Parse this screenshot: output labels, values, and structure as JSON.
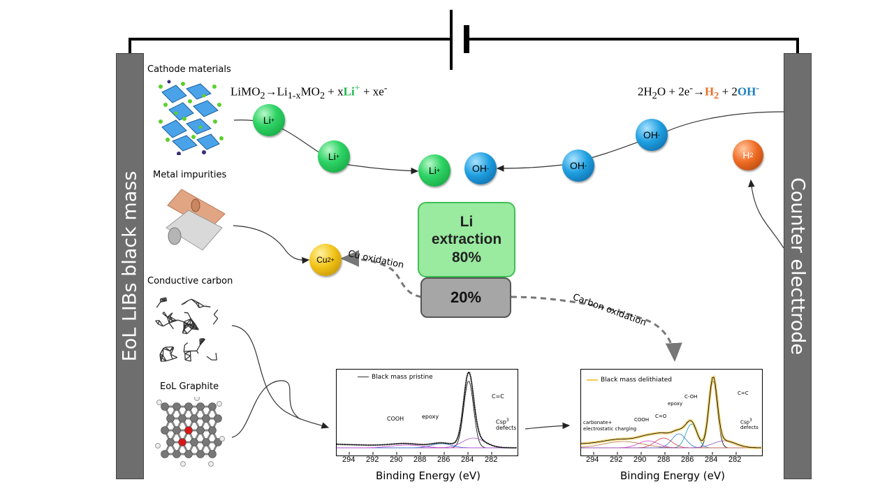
{
  "left_electrode": {
    "label": "EoL LIBs black mass"
  },
  "right_electrode": {
    "label": "Counter electtrode"
  },
  "components": [
    {
      "title": "Cathode materials"
    },
    {
      "title": "Metal impurities"
    },
    {
      "title": "Conductive carbon"
    },
    {
      "title": "EoL Graphite"
    }
  ],
  "equations": {
    "anode": {
      "a": "LiMO",
      "a_sub": "2",
      "arrow": "→",
      "b": "Li",
      "b_sub": "1-x",
      "c": "MO",
      "c_sub": "2",
      "d": " + x",
      "e": "Li",
      "e_sup": "+",
      "f": " + xe",
      "f_sup": "-"
    },
    "cathode": {
      "a": "2H",
      "a_sub": "2",
      "b": "O + 2e",
      "b_sup": "-",
      "arrow": "→",
      "c": "H",
      "c_sub": "2",
      "d": " + 2",
      "e": "OH",
      "e_sup": "-"
    }
  },
  "ions": {
    "li": {
      "label": "Li",
      "charge": "+"
    },
    "oh": {
      "label": "OH",
      "charge": "-"
    },
    "cu": {
      "label": "Cu",
      "charge": "2+"
    },
    "h2": {
      "label": "H",
      "sub": "2"
    }
  },
  "extraction": {
    "line1": "Li",
    "line2": "extraction",
    "line3": "80%",
    "remainder": "20%"
  },
  "annotations": {
    "cu_oxidation": "Cu oxidation",
    "carbon_oxidation": "Carbon oxidation"
  },
  "xps_pristine": {
    "legend": "Black mass pristine",
    "xlabel": "Binding Energy (eV)",
    "ticks": [
      "294",
      "292",
      "290",
      "288",
      "286",
      "284",
      "282"
    ],
    "peaks": {
      "cooh": "COOH",
      "epoxy": "epoxy",
      "cc": "C=C",
      "csp3a": "Csp",
      "csp3_sup": "3",
      "csp3b": "defects"
    }
  },
  "xps_delithiated": {
    "legend": "Black mass delithiated",
    "xlabel": "Binding Energy (eV)",
    "ticks": [
      "294",
      "292",
      "290",
      "288",
      "286",
      "284",
      "282"
    ],
    "peaks": {
      "carb1": "carbonate+",
      "carb2": "electrostatic charging",
      "cooh": "COOH",
      "co": "C=O",
      "epoxy": "epoxy",
      "coh": "C-OH",
      "cc": "C=C",
      "csp3a": "Csp",
      "csp3_sup": "3",
      "csp3b": "defects"
    }
  },
  "colors": {
    "li_green": "#19b84a",
    "oh_blue": "#1a7fc0",
    "h2_orange": "#e8702a",
    "box_green": "#9aeaa0",
    "electrode_gray": "#6e6e6e",
    "xps_pristine_data": "#333333",
    "xps_delithiated_data": "#f2c94c"
  }
}
